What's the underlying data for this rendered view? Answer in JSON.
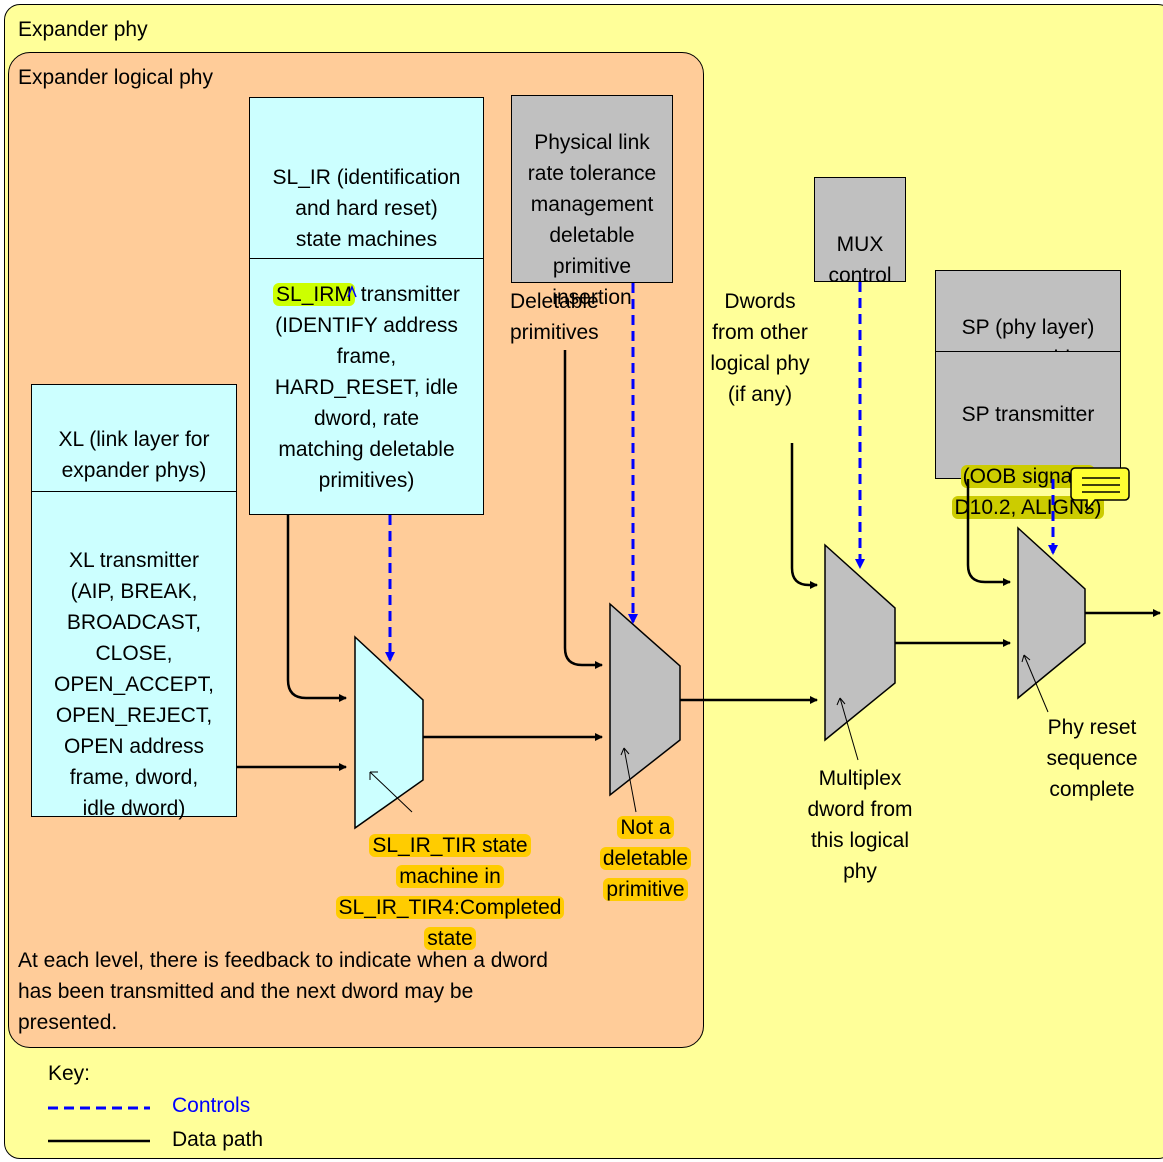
{
  "expander_phy": {
    "label": "Expander phy"
  },
  "logical_phy": {
    "label": "Expander logical phy"
  },
  "sl_ir": {
    "state_machine": "SL_IR (identification\nand hard reset)\nstate machines",
    "transmitter_highlight": "SL_IRM",
    "transmitter_rest": " transmitter\n(IDENTIFY address\nframe,\nHARD_RESET, idle\ndword, rate\nmatching deletable\nprimitives)"
  },
  "xl": {
    "state_machine": "XL (link layer for\nexpander phys)\nstate machine",
    "transmitter": "XL transmitter\n(AIP, BREAK,\nBROADCAST,\nCLOSE,\nOPEN_ACCEPT,\nOPEN_REJECT,\nOPEN address\nframe, dword,\nidle dword)"
  },
  "rate_tolerance": {
    "label": "Physical link\nrate tolerance\nmanagement\ndeletable\nprimitive\ninsertion"
  },
  "mux_control": {
    "label": "MUX\ncontrol"
  },
  "sp": {
    "state_machine": "SP (phy layer)\nstate machine",
    "transmitter_title": "SP transmitter",
    "transmitter_highlight": "(OOB signals,\nD10.2, ALIGNs)"
  },
  "labels": {
    "deletable_primitives": "Deletable\nprimitives",
    "dwords_other": "Dwords\nfrom other\nlogical phy\n(if any)",
    "sl_ir_tir": "SL_IR_TIR state\nmachine in\nSL_IR_TIR4:Completed\nstate",
    "not_deletable": "Not a\ndeletable\nprimitive",
    "multiplex": "Multiplex\ndword from\nthis logical\nphy",
    "phy_reset": "Phy reset\nsequence\ncomplete",
    "feedback": "At each level, there is feedback to indicate when a dword\nhas been transmitted and the next dword may be\npresented."
  },
  "key": {
    "title": "Key:",
    "controls": "Controls",
    "data_path": "Data path"
  },
  "colors": {
    "outer_bg": "#ffff99",
    "logical_bg": "#ffcc99",
    "cyan": "#ccffff",
    "gray": "#c0c0c0",
    "control_line": "#0000ff",
    "highlight": "#ffcc00"
  }
}
